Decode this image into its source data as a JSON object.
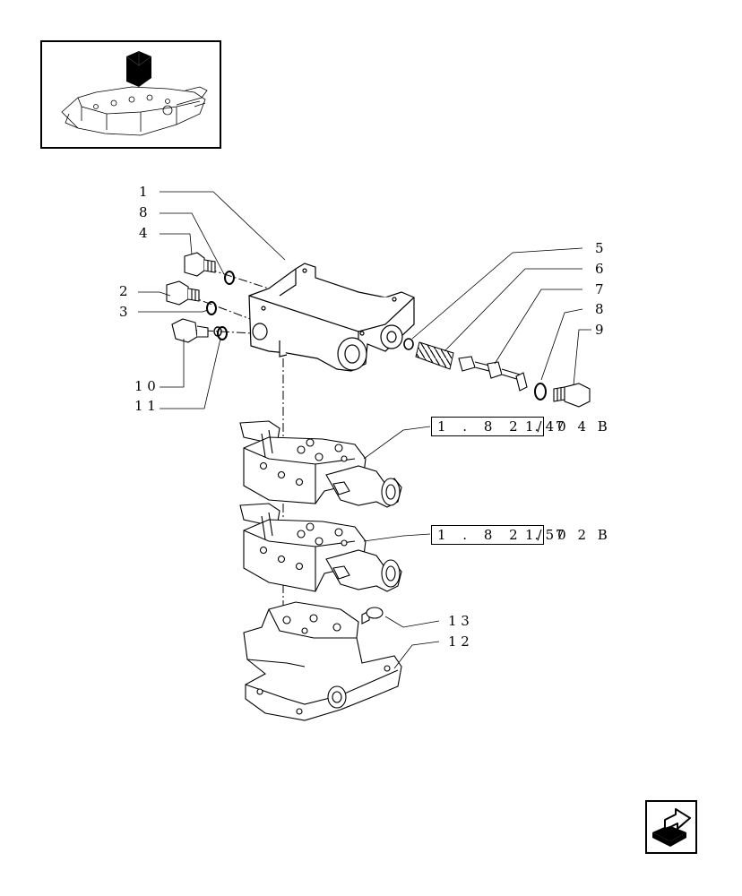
{
  "callouts": {
    "c1": "1",
    "c8a": "8",
    "c4": "4",
    "c2": "2",
    "c3": "3",
    "c10": "1 0",
    "c11": "1 1",
    "c5": "5",
    "c6": "6",
    "c7": "7",
    "c8b": "8",
    "c9": "9",
    "c13": "1 3",
    "c12": "1 2"
  },
  "references": {
    "ref1": {
      "code": "1 . 8 2 . 7",
      "suffix": "1/40 4 B"
    },
    "ref2": {
      "code": "1 . 8 2 . 7",
      "suffix": "1/50 2 B"
    }
  },
  "icons": {
    "thumbnail": "tractor-lift-housing-thumbnail-icon",
    "nav": "next-page-arrow-icon"
  },
  "colors": {
    "line": "#000000",
    "background": "#ffffff"
  }
}
